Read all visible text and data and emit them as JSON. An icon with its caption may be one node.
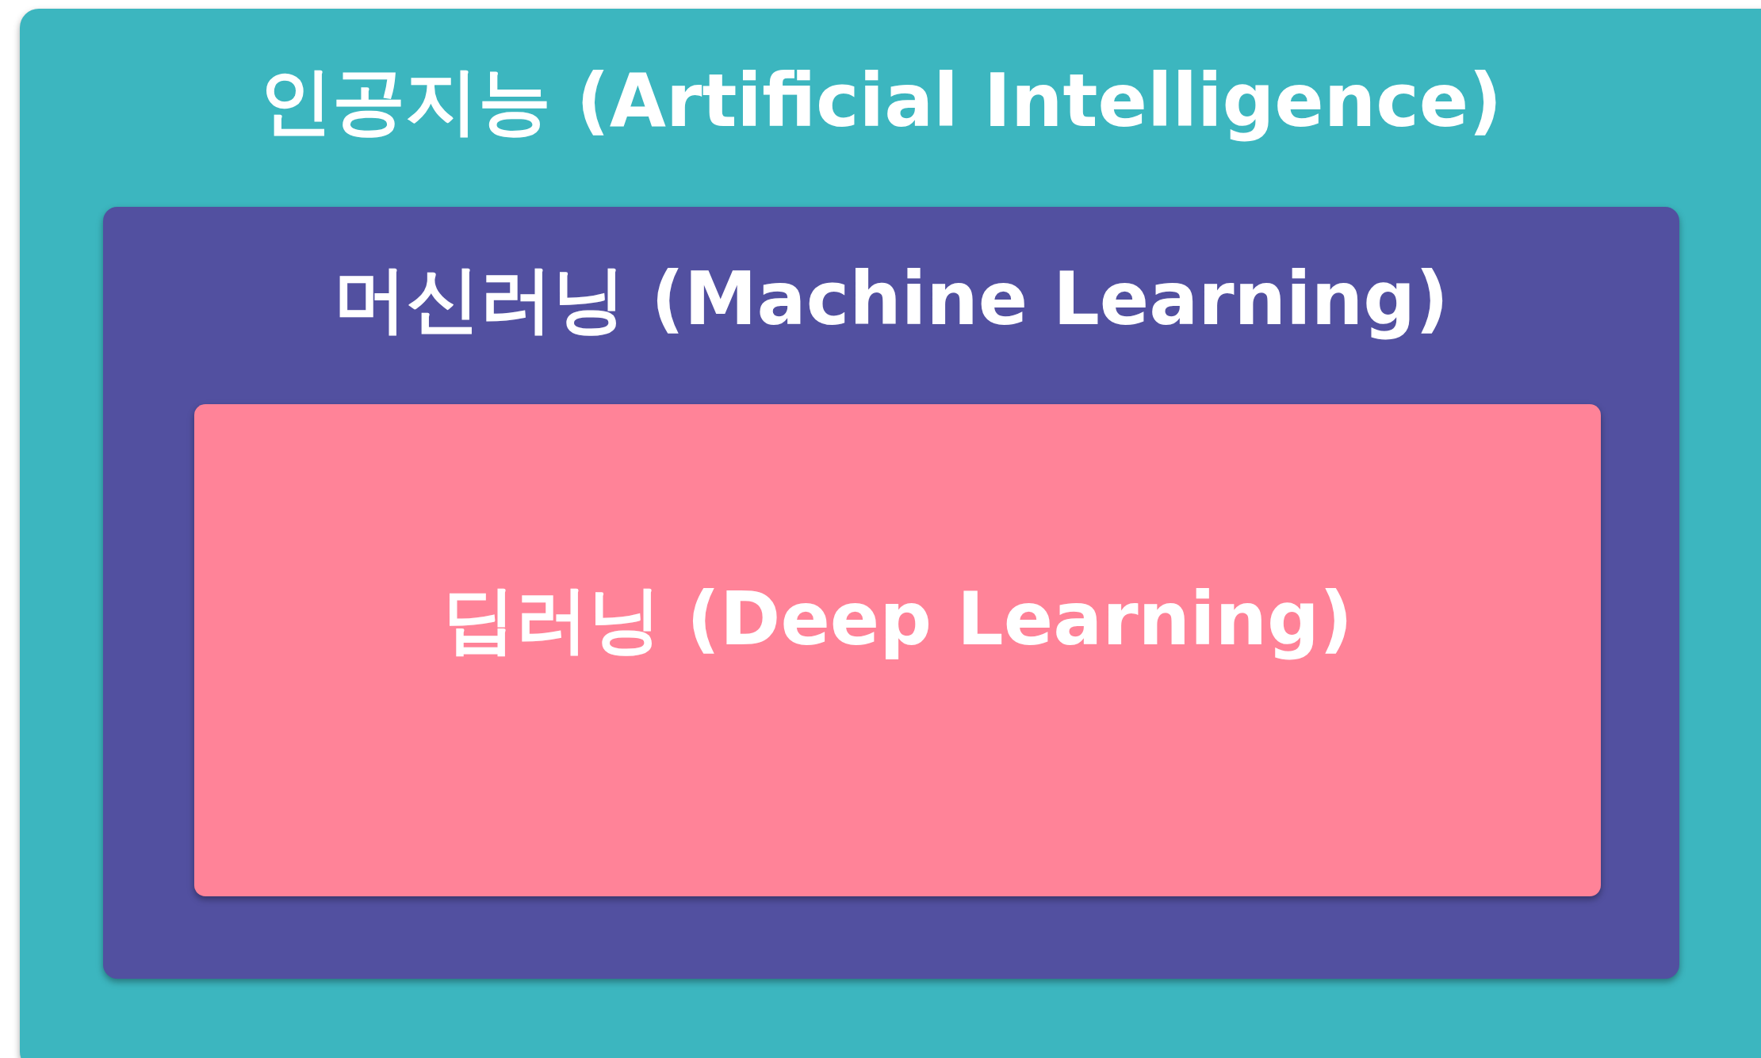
{
  "diagram": {
    "nodes": [
      {
        "text": [
          "인공지능 (Artificial Intelligence)"
        ]
      },
      {
        "text": [
          "머신러닝 (Machine Learning)"
        ],
        "in": 0
      },
      {
        "text": [
          "딥러닝 (Deep Learning)"
        ],
        "in": 1
      }
    ]
  }
}
